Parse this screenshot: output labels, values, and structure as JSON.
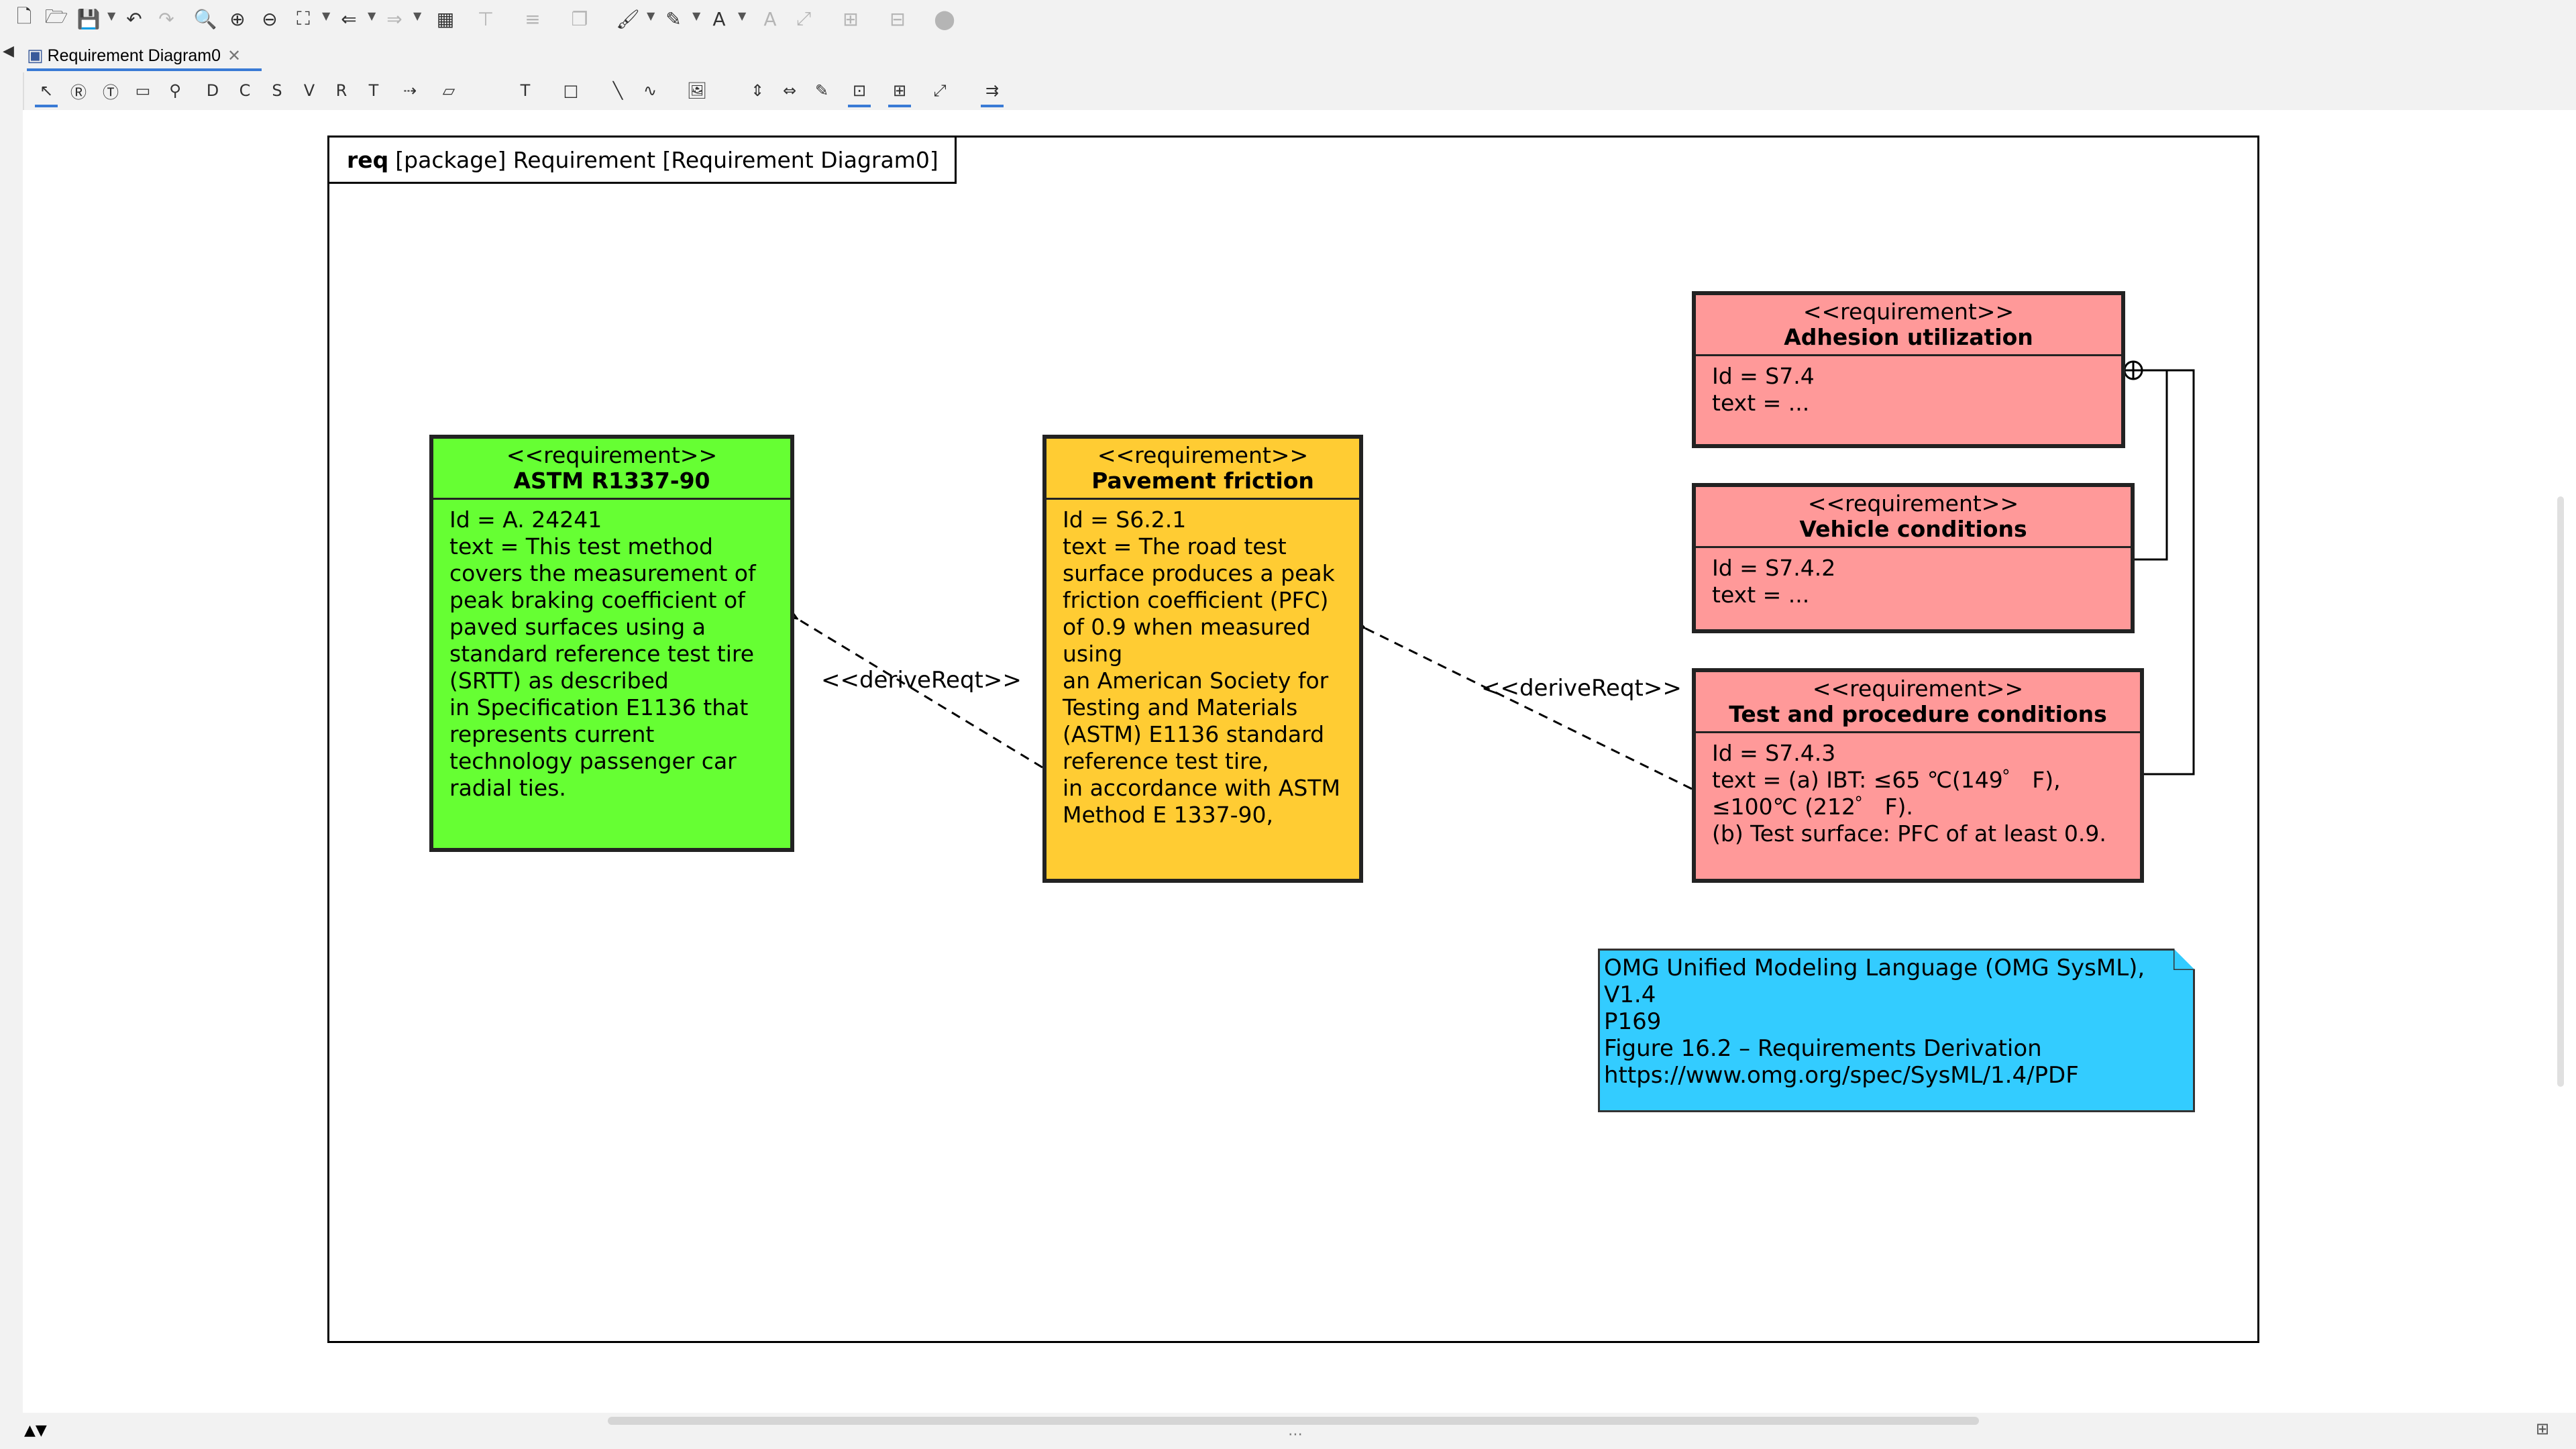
{
  "tab": {
    "label": "Requirement Diagram0"
  },
  "frame": {
    "keyword": "req",
    "title": "[package] Requirement [Requirement Diagram0]"
  },
  "requirements": [
    {
      "stereotype": "<<requirement>>",
      "name": "ASTM R1337-90",
      "id_line": "Id = A. 24241",
      "text_line": "text = This test method\ncovers the measurement of\npeak braking coefficient of\npaved surfaces using a\nstandard reference test tire\n(SRTT) as described\nin Specification E1136 that\nrepresents current\ntechnology  passenger car\nradial ties.",
      "color": "#66ff33"
    },
    {
      "stereotype": "<<requirement>>",
      "name": "Pavement friction",
      "id_line": "Id = S6.2.1",
      "text_line": "text = The road test\nsurface produces a peak\nfriction coefficient (PFC)\nof 0.9 when measured\nusing\nan American Society for\nTesting and Materials\n(ASTM) E1136 standard\nreference test tire,\nin accordance with ASTM\nMethod E 1337-90,",
      "color": "#ffcc33"
    },
    {
      "stereotype": "<<requirement>>",
      "name": "Adhesion utilization",
      "id_line": "Id = S7.4",
      "text_line": "text = ...",
      "color": "#ff9999"
    },
    {
      "stereotype": "<<requirement>>",
      "name": "Vehicle conditions",
      "id_line": "Id = S7.4.2",
      "text_line": "text = ...",
      "color": "#ff9999"
    },
    {
      "stereotype": "<<requirement>>",
      "name": "Test and procedure conditions",
      "id_line": "Id = S7.4.3",
      "text_line": "text = (a) IBT: ≤65 ℃(149゜ F),\n≤100℃ (212゜ F).\n(b) Test surface: PFC of at least 0.9.",
      "color": "#ff9999"
    }
  ],
  "relations": [
    {
      "label": "<<deriveReqt>>"
    },
    {
      "label": "<<deriveReqt>>"
    }
  ],
  "note": {
    "lines": [
      "OMG Unified Modeling Language (OMG SysML),",
      "V1.4",
      "P169",
      "Figure 16.2 – Requirements Derivation",
      "https://www.omg.org/spec/SysML/1.4/PDF"
    ],
    "color": "#33ccff"
  },
  "icons": {
    "main_toolbar": [
      "new-file-icon",
      "open-folder-icon",
      "save-icon",
      "undo-icon",
      "redo-icon",
      "zoom-icon",
      "zoom-in-icon",
      "zoom-out-icon",
      "fit-window-icon",
      "back-icon",
      "forward-icon",
      "layout-icon",
      "align-icon",
      "distribute-icon",
      "arrange-icon",
      "fill-color-icon",
      "line-color-icon",
      "font-color-icon",
      "format-icon",
      "connector-style-icon",
      "group-icon",
      "ungroup-icon",
      "shape-style-icon"
    ],
    "palette": [
      "pointer-icon",
      "requirement-tool-icon",
      "text-requirement-tool-icon",
      "package-tool-icon",
      "pin-tool-icon",
      "derive-tool-icon",
      "copy-tool-icon",
      "satisfy-tool-icon",
      "verify-tool-icon",
      "refine-tool-icon",
      "trace-tool-icon",
      "containment-tool-icon",
      "note-tool-icon",
      "text-tool-icon",
      "rectangle-tool-icon",
      "line-tool-icon",
      "curve-tool-icon",
      "image-tool-icon",
      "space-tool-icon",
      "split-tool-icon",
      "pin-tool-icon",
      "frame-tool-icon",
      "embed-tool-icon",
      "resize-tool-icon",
      "more-tool-icon"
    ]
  }
}
